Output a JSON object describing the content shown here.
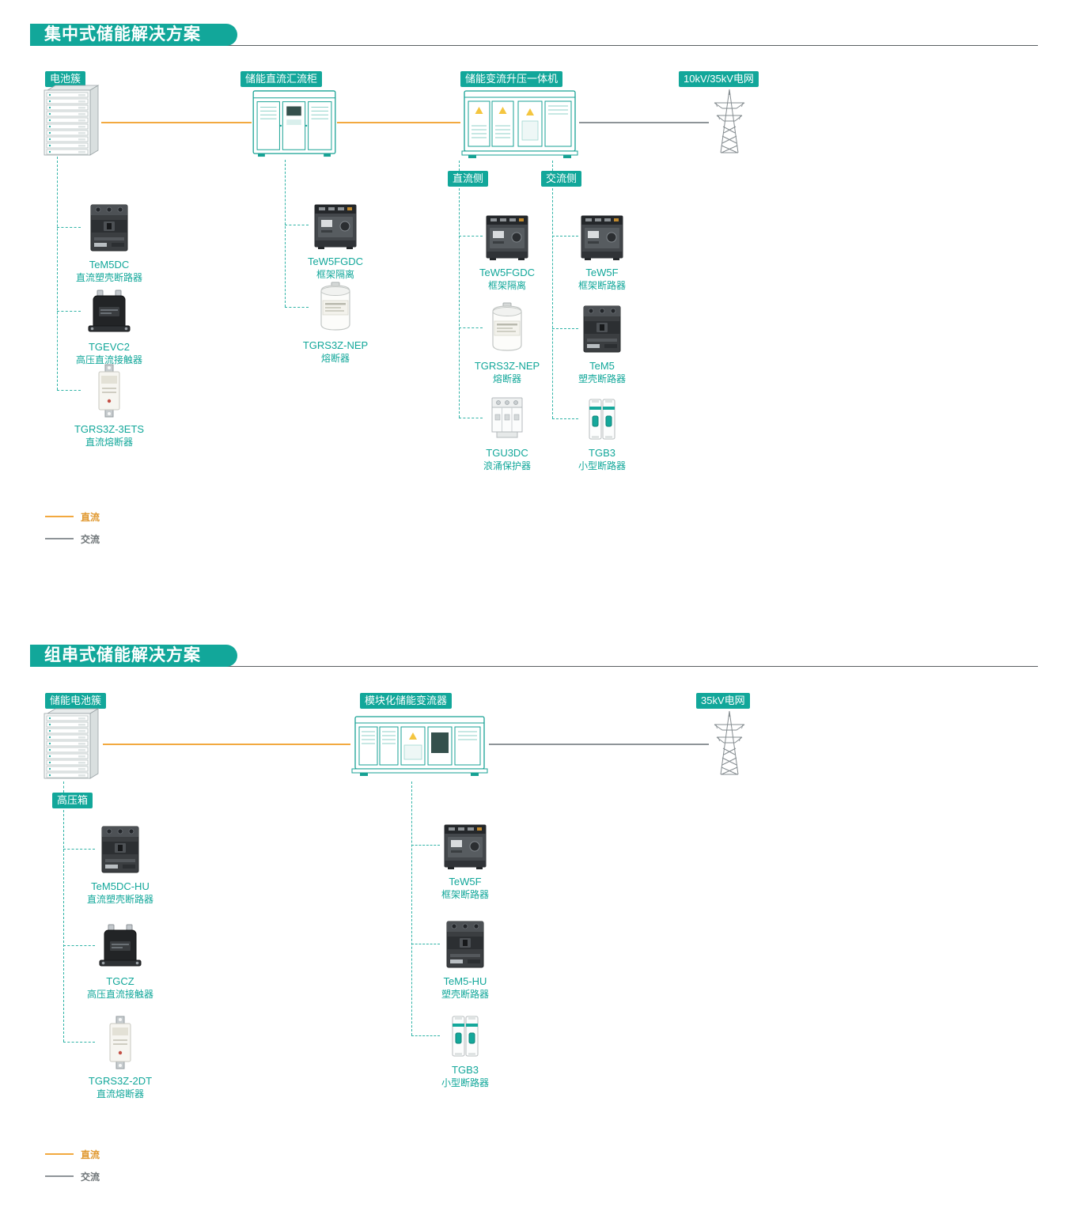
{
  "colors": {
    "accent_teal": "#12A79A",
    "dc_line": "#F2A93F",
    "ac_line": "#8E9498"
  },
  "sections": [
    {
      "title": "集中式储能解决方案",
      "nodes": [
        {
          "label": "电池簇",
          "icon": "battery-rack-icon"
        },
        {
          "label": "储能直流汇流柜",
          "icon": "dc-combiner-cabinet-icon"
        },
        {
          "label": "储能变流升压一体机",
          "icon": "pcs-booster-icon"
        },
        {
          "label": "10kV/35kV电网",
          "icon": "grid-tower-icon"
        }
      ],
      "branches": [
        {
          "items": [
            {
              "name": "TeM5DC",
              "desc": "直流塑壳断路器",
              "icon": "mccb-icon"
            },
            {
              "name": "TGEVC2",
              "desc": "高压直流接触器",
              "icon": "contactor-icon"
            },
            {
              "name": "TGRS3Z-3ETS",
              "desc": "直流熔断器",
              "icon": "blade-fuse-icon"
            }
          ]
        },
        {
          "items": [
            {
              "name": "TeW5FGDC",
              "desc": "框架隔离",
              "icon": "acb-icon"
            },
            {
              "name": "TGRS3Z-NEP",
              "desc": "熔断器",
              "icon": "cylinder-fuse-icon"
            }
          ]
        },
        {
          "label": "直流侧",
          "items": [
            {
              "name": "TeW5FGDC",
              "desc": "框架隔离",
              "icon": "acb-icon"
            },
            {
              "name": "TGRS3Z-NEP",
              "desc": "熔断器",
              "icon": "cylinder-fuse-icon"
            },
            {
              "name": "TGU3DC",
              "desc": "浪涌保护器",
              "icon": "spd-icon"
            }
          ]
        },
        {
          "label": "交流侧",
          "items": [
            {
              "name": "TeW5F",
              "desc": "框架断路器",
              "icon": "acb-icon"
            },
            {
              "name": "TeM5",
              "desc": "塑壳断路器",
              "icon": "mccb-icon"
            },
            {
              "name": "TGB3",
              "desc": "小型断路器",
              "icon": "mcb-icon"
            }
          ]
        }
      ],
      "legend": {
        "dc": "直流",
        "ac": "交流"
      }
    },
    {
      "title": "组串式储能解决方案",
      "nodes": [
        {
          "label": "储能电池簇",
          "icon": "battery-rack-icon"
        },
        {
          "label": "模块化储能变流器",
          "icon": "modular-pcs-icon"
        },
        {
          "label": "35kV电网",
          "icon": "grid-tower-icon"
        }
      ],
      "branches": [
        {
          "label": "高压箱",
          "items": [
            {
              "name": "TeM5DC-HU",
              "desc": "直流塑壳断路器",
              "icon": "mccb-icon"
            },
            {
              "name": "TGCZ",
              "desc": "高压直流接触器",
              "icon": "contactor-icon"
            },
            {
              "name": "TGRS3Z-2DT",
              "desc": "直流熔断器",
              "icon": "blade-fuse-icon"
            }
          ]
        },
        {
          "items": [
            {
              "name": "TeW5F",
              "desc": "框架断路器",
              "icon": "acb-icon"
            },
            {
              "name": "TeM5-HU",
              "desc": "塑壳断路器",
              "icon": "mccb-icon"
            },
            {
              "name": "TGB3",
              "desc": "小型断路器",
              "icon": "mcb-icon"
            }
          ]
        }
      ],
      "legend": {
        "dc": "直流",
        "ac": "交流"
      }
    }
  ]
}
